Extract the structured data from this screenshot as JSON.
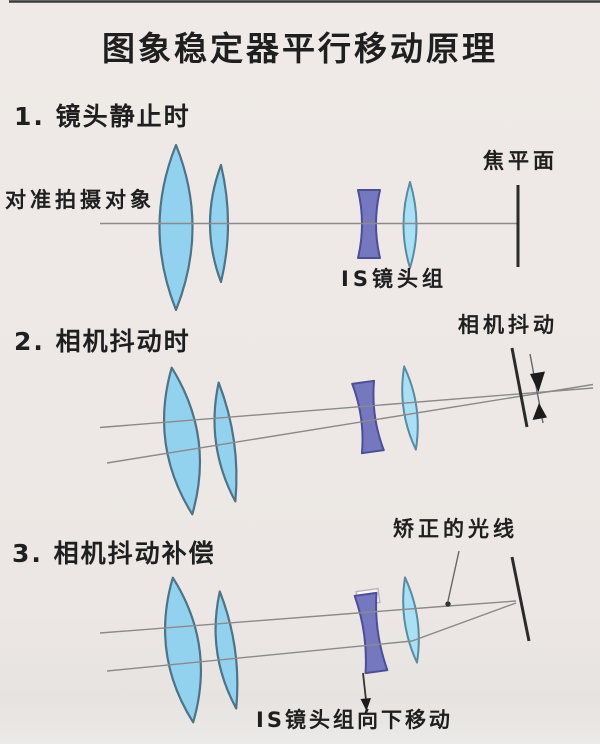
{
  "title": "图象稳定器平行移动原理",
  "section1": {
    "heading": "1. 镜头静止时",
    "subject_label": "对准拍摄对象",
    "focal_plane_label": "焦平面",
    "is_group_label": "IS镜头组"
  },
  "section2": {
    "heading": "2. 相机抖动时",
    "shake_label": "相机抖动"
  },
  "section3": {
    "heading": "3. 相机抖动补偿",
    "corrected_ray_label": "矫正的光线",
    "is_move_label": "IS镜头组向下移动"
  },
  "colors": {
    "text_color": "#1f1f1f",
    "lens_fill": "#93d2ef",
    "lens_stroke": "#4e7386",
    "is_lens_fill": "#a9e0f5",
    "is_lens_stroke": "#5a8ba0",
    "purple_fill": "#7678bf",
    "purple_stroke": "#4c4e96",
    "ray_color": "#8a8a8a",
    "focal_color": "#2b2b2b"
  }
}
